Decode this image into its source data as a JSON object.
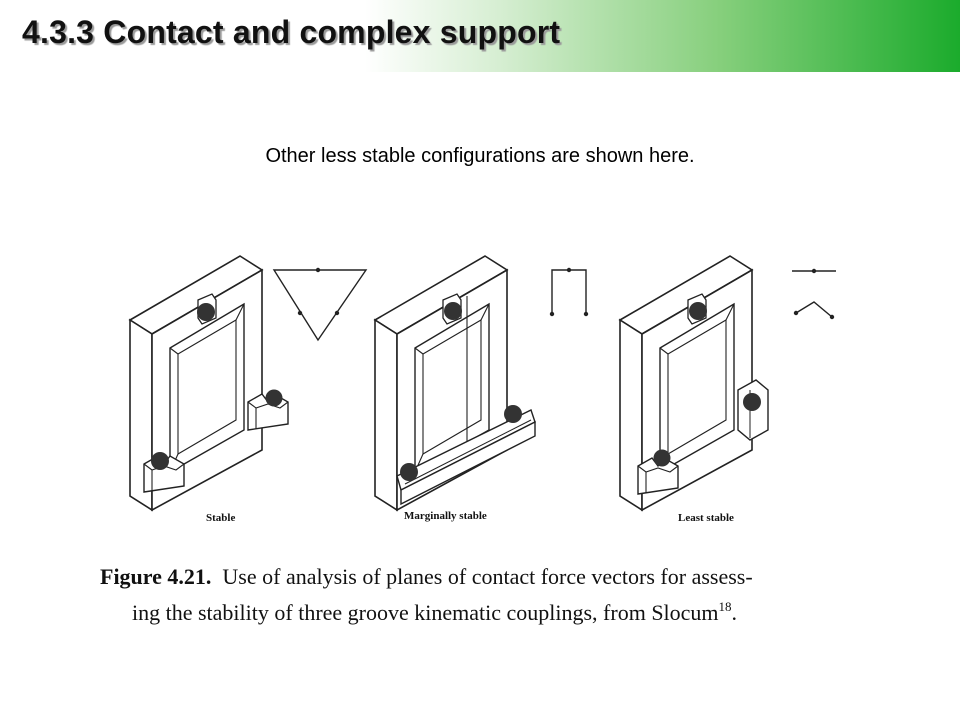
{
  "slide": {
    "title": "4.3.3 Contact and complex support",
    "subtitle": "Other less stable configurations are shown here."
  },
  "figure": {
    "labels": {
      "stable": "Stable",
      "marginal": "Marginally stable",
      "least": "Least stable"
    },
    "caption": {
      "figure_number": "Figure 4.21.",
      "line1_text": "Use of analysis of planes of contact force vectors for assess-",
      "line2_text": "ing the stability of three groove kinematic couplings, from Slocum",
      "reference": "18",
      "end_punct": "."
    }
  }
}
